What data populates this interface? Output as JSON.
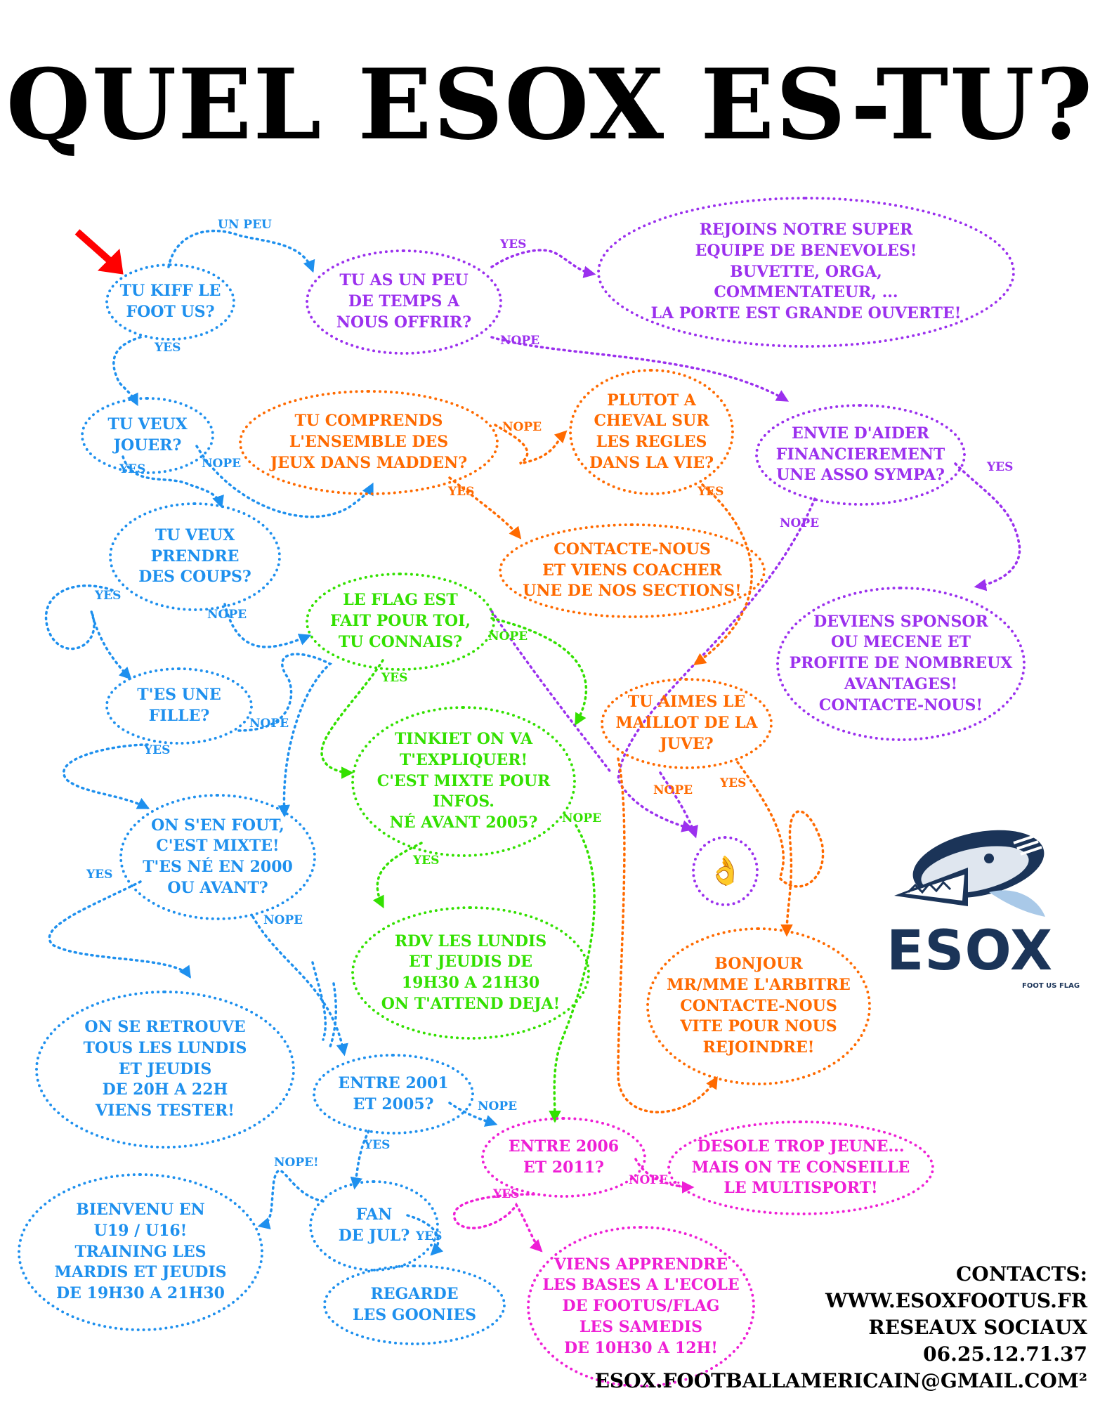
{
  "title": "QUEL ESOX ES-TU?",
  "colors": {
    "blue": "#1e90ee",
    "orange": "#ff6a00",
    "purple": "#9b30ee",
    "green": "#33e000",
    "pink": "#ee1fd5",
    "red": "#ff0000",
    "navy": "#1b3458"
  },
  "nodes": {
    "kiff": "TU KIFF LE\nFOOT US?",
    "temps": "TU AS UN PEU\nDE TEMPS A\nNOUS OFFRIR?",
    "benevoles": "REJOINS NOTRE SUPER\nEQUIPE DE BENEVOLES!\nBUVETTE, ORGA,\nCOMMENTATEUR, ...\nLA PORTE EST GRANDE OUVERTE!",
    "jouer": "TU VEUX\nJOUER?",
    "madden": "TU COMPRENDS\nL'ENSEMBLE DES\nJEUX DANS MADDEN?",
    "cheval": "PLUTOT A\nCHEVAL SUR\nLES REGLES\nDANS LA VIE?",
    "aider": "ENVIE D'AIDER\nFINANCIEREMENT\nUNE ASSO SYMPA?",
    "coups": "TU VEUX\nPRENDRE\nDES COUPS?",
    "coacher": "CONTACTE-NOUS\nET VIENS COACHER\nUNE DE NOS SECTIONS!",
    "flag": "LE FLAG EST\nFAIT POUR TOI,\nTU CONNAIS?",
    "sponsor": "DEVIENS SPONSOR\nOU MECENE ET\nPROFITE DE NOMBREUX\nAVANTAGES!\nCONTACTE-NOUS!",
    "fille": "T'ES UNE\nFILLE?",
    "tinkiet": "TINKIET ON VA\nT'EXPLIQUER!\nC'EST MIXTE POUR\nINFOS.\nNÉ AVANT 2005?",
    "juve": "TU AIMES LE\nMAILLOT DE LA\nJUVE?",
    "mixte": "ON S'EN FOUT,\nC'EST MIXTE!\nT'ES NÉ EN 2000\nOU AVANT?",
    "rdv": "RDV LES LUNDIS\nET JEUDIS DE\n19H30 A 21H30\nON T'ATTEND DEJA!",
    "arbitre": "BONJOUR\nMR/MME L'ARBITRE\nCONTACTE-NOUS\nVITE POUR NOUS\nREJOINDRE!",
    "retrouve": "ON SE RETROUVE\nTOUS LES LUNDIS\nET JEUDIS\nDE 20H A 22H\nVIENS TESTER!",
    "e2001": "ENTRE 2001\nET 2005?",
    "e2006": "ENTRE 2006\nET 2011?",
    "jeune": "DESOLE TROP JEUNE...\nMAIS ON TE CONSEILLE\nLE MULTISPORT!",
    "bienvenu": "BIENVENU EN\nU19 / U16!\nTRAINING LES\nMARDIS ET JEUDIS\nDE 19H30 A 21H30",
    "jul": "FAN\nDE JUL?",
    "goonies": "REGARDE\nLES GOONIES",
    "ecole": "VIENS APPRENDRE\nLES BASES A L'ECOLE\nDE FOOTUS/FLAG\nLES SAMEDIS\nDE 10H30 A 12H!"
  },
  "labels": {
    "un_peu": "UN PEU",
    "yes": "YES",
    "nope": "NOPE",
    "nope_excl": "NOPE!",
    "nope_dots": "NOPE..."
  },
  "logo": {
    "text": "ESOX",
    "sub": "FOOT US FLAG",
    "icon": "pike-fish-football-logo"
  },
  "contacts": {
    "heading": "CONTACTS:",
    "website": "WWW.ESOXFOOTUS.FR",
    "social": "RESEAUX SOCIAUX",
    "phone": "06.25.12.71.37",
    "email": "ESOX.FOOTBALLAMERICAIN@GMAIL.COM²"
  }
}
